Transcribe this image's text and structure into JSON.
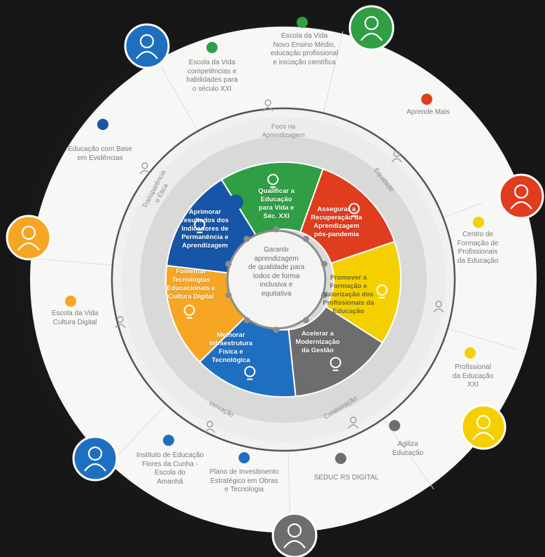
{
  "colors": {
    "green": "#2f9e44",
    "red": "#e03c1e",
    "yellow": "#f5d000",
    "gray": "#6d6d6d",
    "blue": "#1f6fc0",
    "orange": "#f6a623",
    "navy": "#1755a6",
    "white": "#ffffff"
  },
  "center": {
    "text": "Garantir\naprendizagem\nde qualidade para\ntodos de forma\ninclusiva e\nequitativa"
  },
  "pieces": [
    {
      "label": "Qualificar a\nEducação\npara Vida e\nSéc. XXI",
      "color": "green",
      "icon": "lightbulb-icon"
    },
    {
      "label": "Assegurar a\nRecuperação da\nAprendizagem\npós-pandemia",
      "color": "red",
      "icon": "hand-plant-icon"
    },
    {
      "label": "Promover a\nFormação e\nValorização dos\nProfissionais da\nEducação",
      "color": "yellow",
      "icon": "hand-heart-icon"
    },
    {
      "label": "Acelerar a\nModernização\nda Gestão",
      "color": "gray",
      "icon": "handshake-icon"
    },
    {
      "label": "Melhorar\nInfraestrutura\nFísica e\nTecnológica",
      "color": "blue",
      "icon": "school-building-icon"
    },
    {
      "label": "Fomentar\nTecnologias\nEducacionais e\nCultura Digital",
      "color": "orange",
      "icon": "network-icon"
    },
    {
      "label": "Aprimorar\nresultados dos\nIndicadores de\nPermanência e\nAprendizagem",
      "color": "navy",
      "icon": "growth-chart-icon"
    }
  ],
  "ring_labels": {
    "foco": "Foco na\nAprendizagem",
    "equidade": "Equidade",
    "colaboracao": "Colaboração",
    "inovacao": "Inovação",
    "transparencia": "Transparência\ne Ética"
  },
  "outer_items": [
    {
      "label": "Escola da Vida\nNovo Ensino Médio,\neducação profissional\ne iniciação científica",
      "dot": "green"
    },
    {
      "label": "Aprende Mais",
      "dot": "red"
    },
    {
      "label": "Centro de\nFormação de\nProfissionais\nda Educação",
      "dot": "yellow"
    },
    {
      "label": "Profissional\nda Educação\nXXI",
      "dot": "yellow"
    },
    {
      "label": "Agiliza\nEducação",
      "dot": "gray"
    },
    {
      "label": "SEDUC RS DIGITAL",
      "dot": "gray"
    },
    {
      "label": "Plano de Investimento\nEstratégico em Obras\ne Tecnologia",
      "dot": "blue"
    },
    {
      "label": "Instituto de Educação\nFlores da Cunha -\nEscola do\nAmanhã",
      "dot": "blue"
    },
    {
      "label": "Escola da Vida\nCultura Digital",
      "dot": "orange"
    },
    {
      "label": "Educação com Base\nem Evidências",
      "dot": "navy"
    },
    {
      "label": "Escola da Vida\ncompetências e\nhabilidades para\no século XXI",
      "dot": "green"
    }
  ],
  "avatars": [
    {
      "icon": "astronaut-student-icon",
      "color": "blue"
    },
    {
      "icon": "graduate-painter-icon",
      "color": "green"
    },
    {
      "icon": "female-teacher-music-icon",
      "color": "red"
    },
    {
      "icon": "woman-professional-icon",
      "color": "yellow"
    },
    {
      "icon": "chef-icon",
      "color": "gray"
    },
    {
      "icon": "engineer-icon",
      "color": "blue"
    },
    {
      "icon": "student-headset-icon",
      "color": "orange"
    }
  ]
}
